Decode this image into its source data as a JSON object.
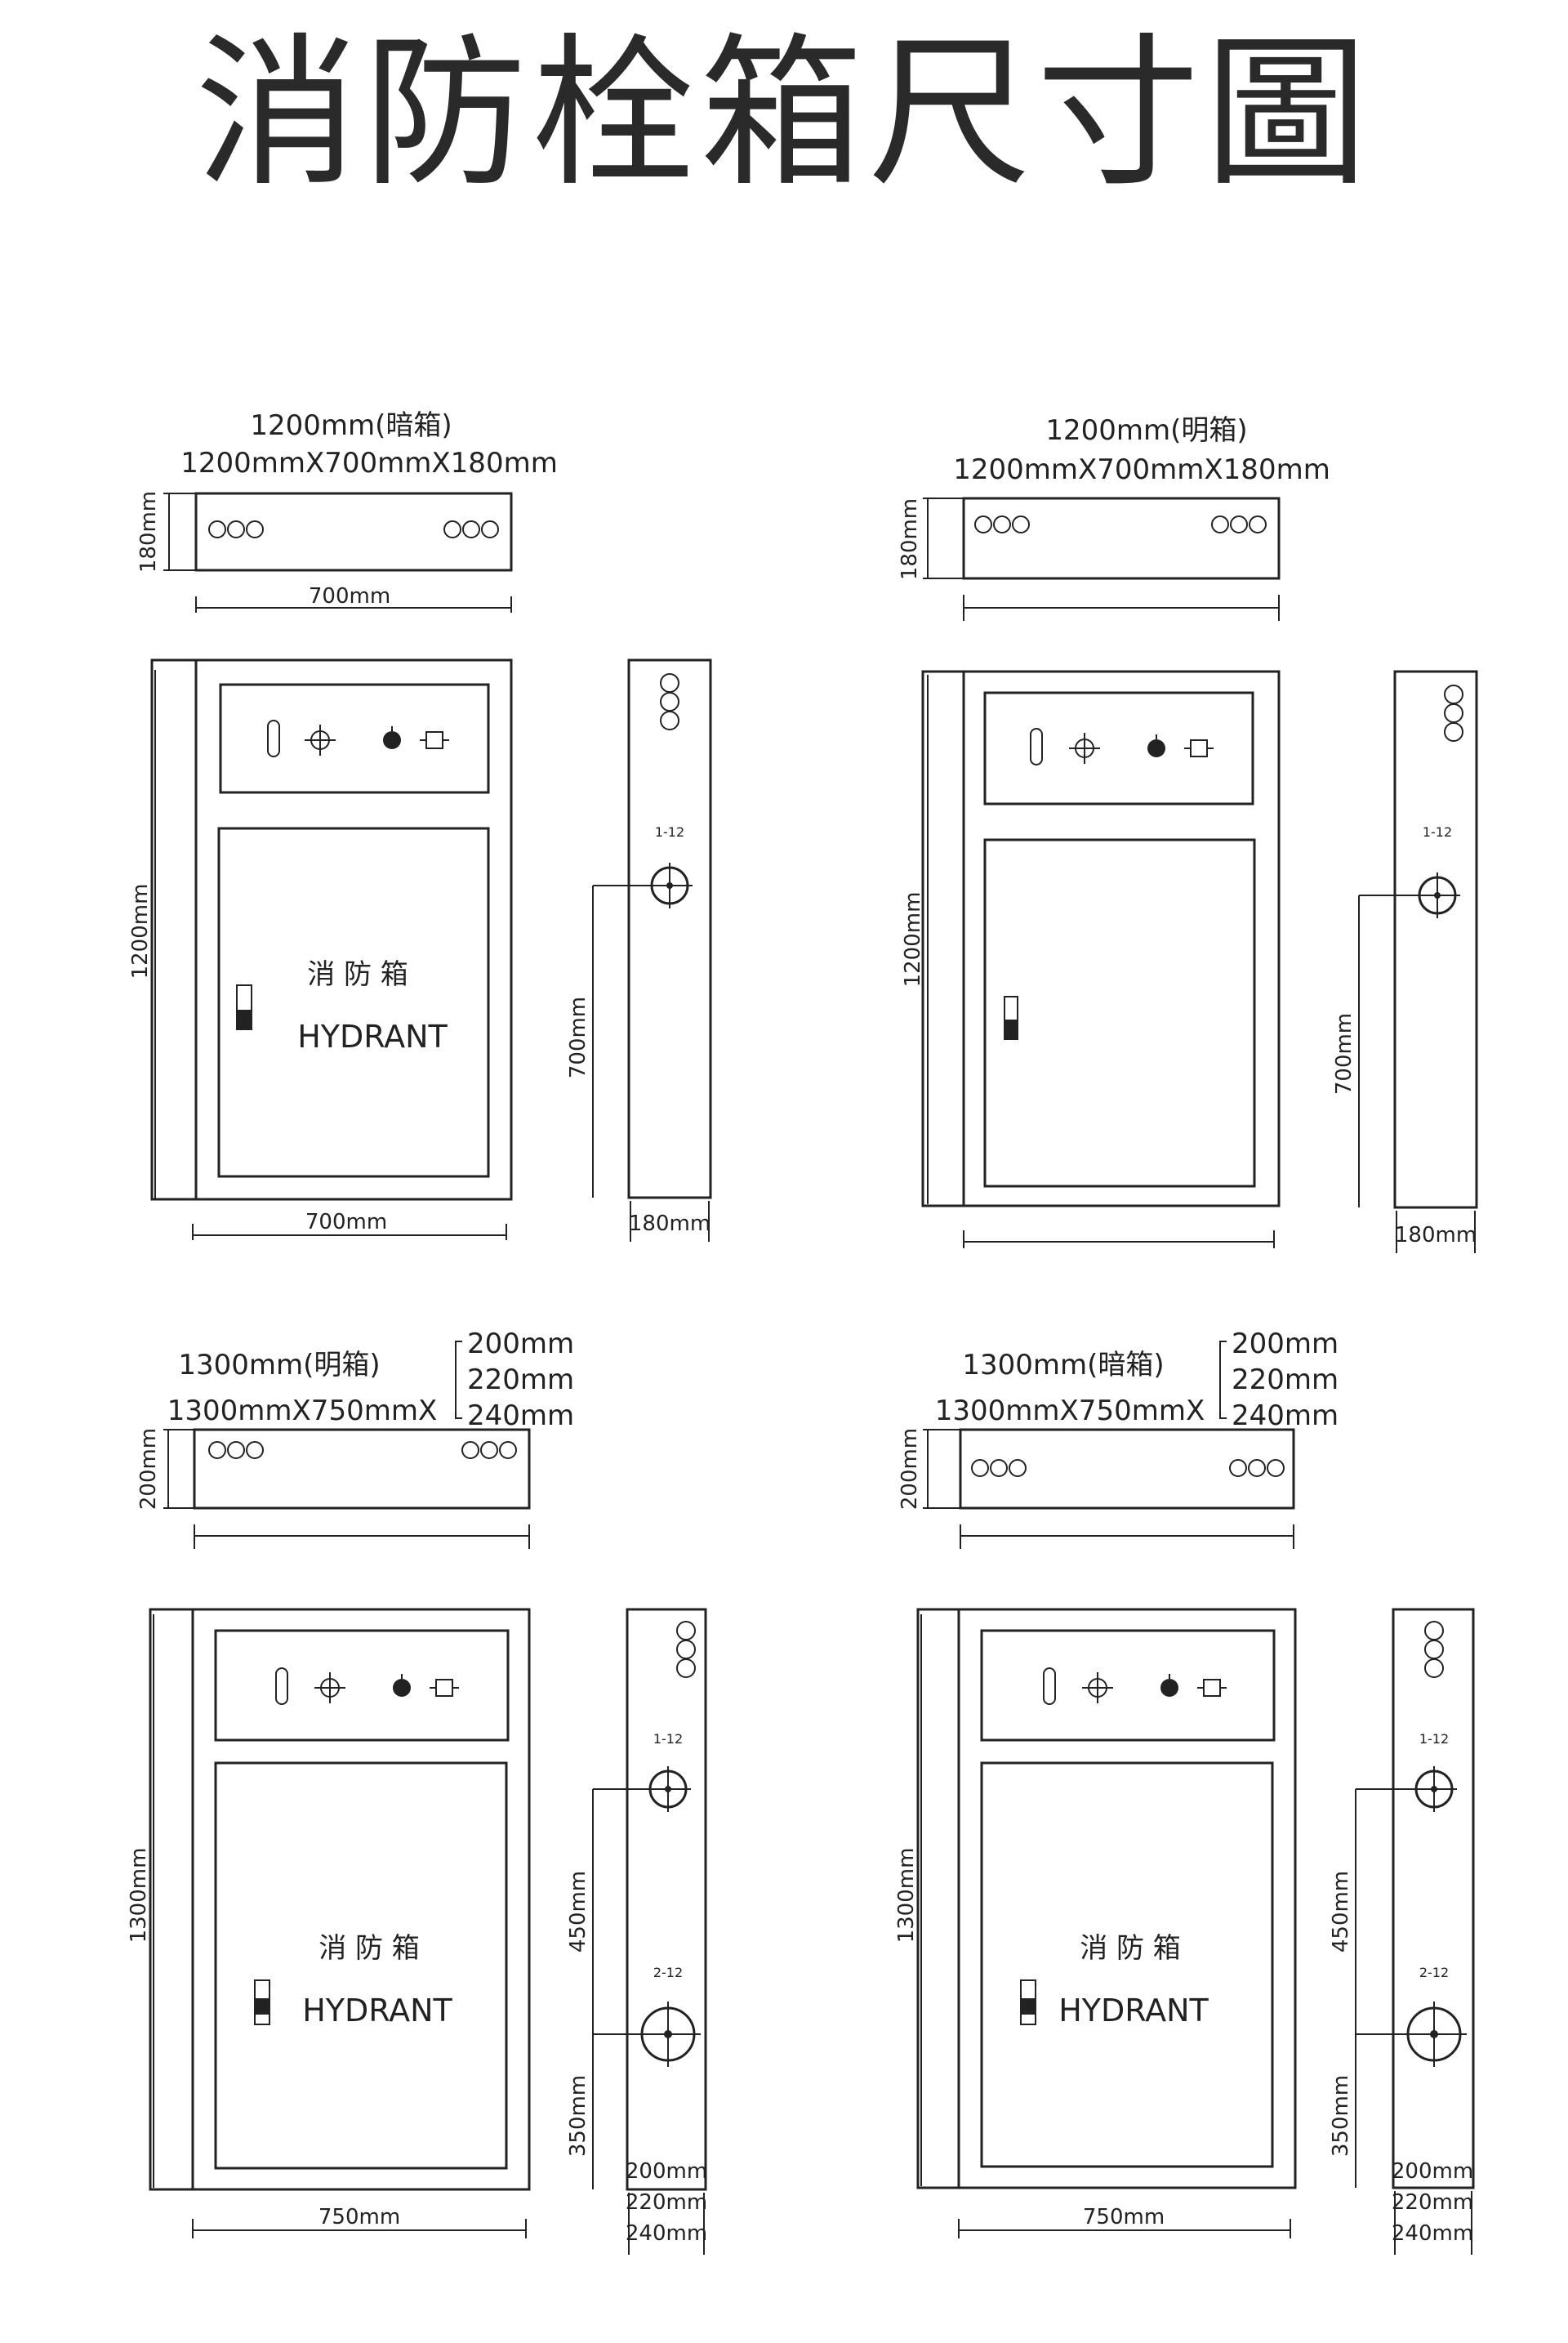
{
  "title": "消防栓箱尺寸圖",
  "panels": [
    {
      "heading": "1200mm(暗箱)",
      "size": "1200mmX700mmX180mm",
      "top_depth": "180mm",
      "top_width": "700mm",
      "front_height": "1200mm",
      "front_width": "700mm",
      "door_label_cn": "消 防 箱",
      "door_label_en": "HYDRANT",
      "side_depth": "180mm",
      "side_dim_1": "700mm",
      "valve_label_1": "1-12"
    },
    {
      "heading": "1200mm(明箱)",
      "size": "1200mmX700mmX180mm",
      "top_depth": "180mm",
      "front_height": "1200mm",
      "side_depth": "180mm",
      "side_dim_1": "700mm",
      "valve_label_1": "1-12"
    },
    {
      "heading": "1300mm(明箱)",
      "size": "1300mmX750mmX",
      "depth_options": [
        "200mm",
        "220mm",
        "240mm"
      ],
      "top_depth": "200mm",
      "front_height": "1300mm",
      "front_width": "750mm",
      "door_label_cn": "消 防 箱",
      "door_label_en": "HYDRANT",
      "side_dim_1": "450mm",
      "side_dim_2": "350mm",
      "valve_label_1": "1-12",
      "valve_label_2": "2-12",
      "side_depths": [
        "200mm",
        "220mm",
        "240mm"
      ]
    },
    {
      "heading": "1300mm(暗箱)",
      "size": "1300mmX750mmX",
      "depth_options": [
        "200mm",
        "220mm",
        "240mm"
      ],
      "top_depth": "200mm",
      "front_height": "1300mm",
      "front_width": "750mm",
      "door_label_cn": "消 防 箱",
      "door_label_en": "HYDRANT",
      "side_dim_1": "450mm",
      "side_dim_2": "350mm",
      "valve_label_1": "1-12",
      "valve_label_2": "2-12",
      "side_depths": [
        "200mm",
        "220mm",
        "240mm"
      ]
    }
  ]
}
